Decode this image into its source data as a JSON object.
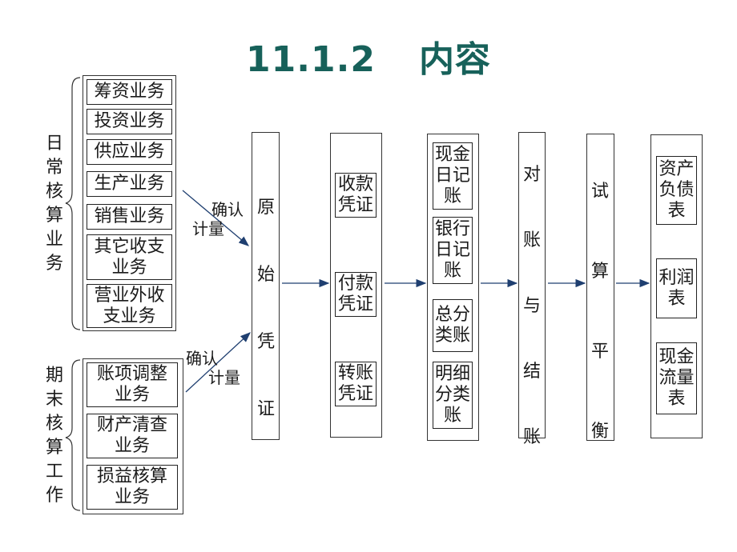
{
  "title": {
    "number": "11.1.2",
    "text": "内容"
  },
  "daily": {
    "label": "日常核算业务",
    "items": [
      "筹资业务",
      "投资业务",
      "供应业务",
      "生产业务",
      "销售业务",
      "其它收支业务",
      "营业外收支业务"
    ]
  },
  "period": {
    "label": "期末核算工作",
    "items": [
      "账项调整业务",
      "财产清查业务",
      "损益核算业务"
    ]
  },
  "arrow_labels": {
    "upper": "确认计量",
    "lower": "确认计量"
  },
  "original_voucher": "原始凭证",
  "vouchers": [
    "收款凭证",
    "付款凭证",
    "转账凭证"
  ],
  "ledgers": [
    "现金日记账",
    "银行日记账",
    "总分类账",
    "明细分类账"
  ],
  "reconcile": "对账与结账",
  "trial": "试算平衡",
  "reports": [
    "资产负债表",
    "利润表",
    "现金流量表"
  ]
}
